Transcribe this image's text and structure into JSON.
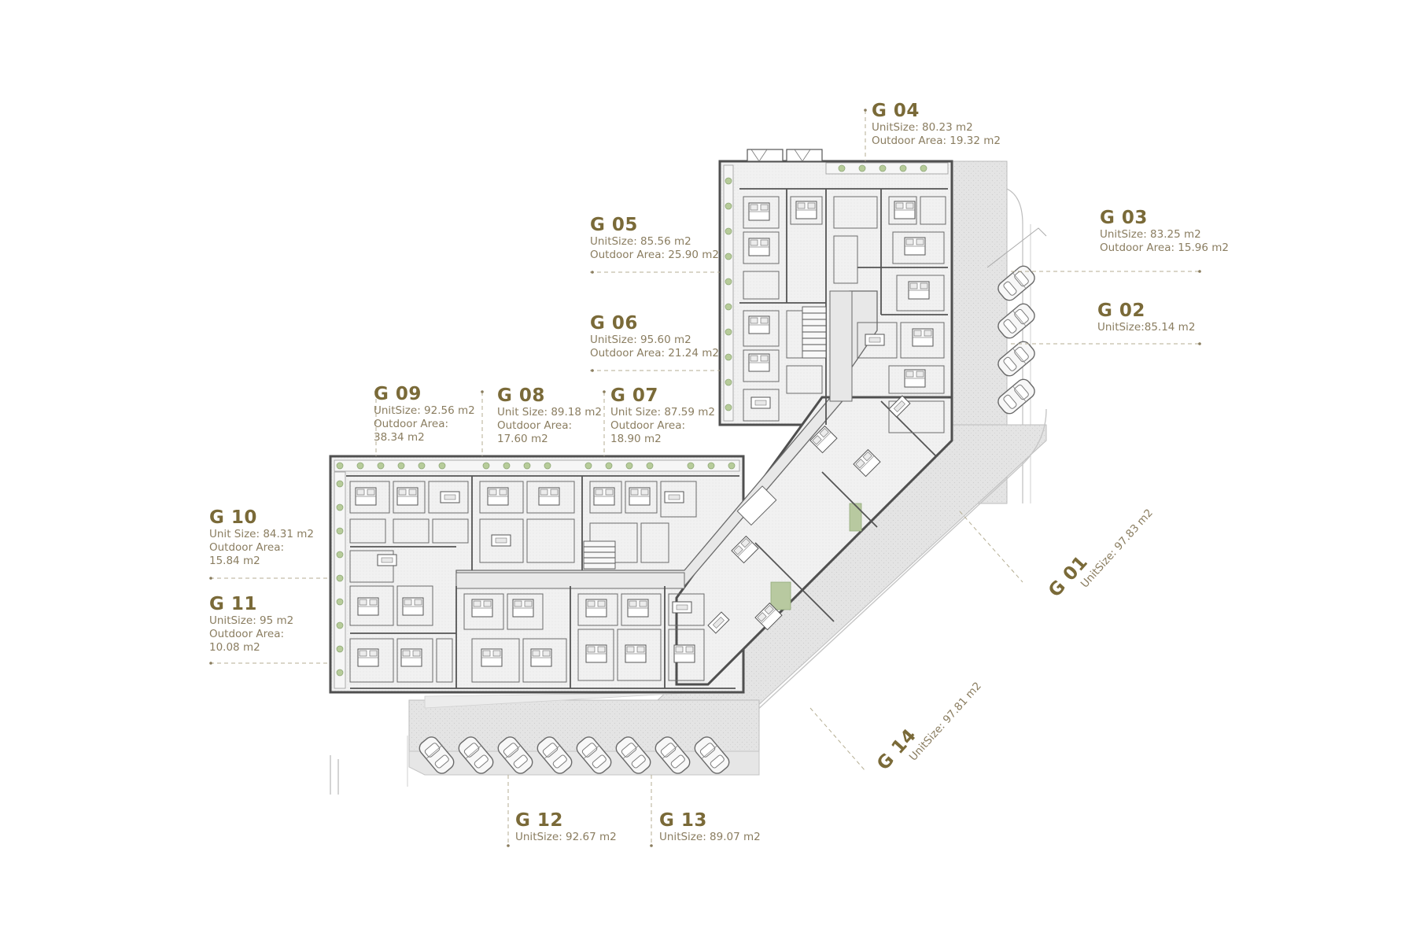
{
  "colors": {
    "label_title": "#7a6a38",
    "label_text": "#8a7d60",
    "wall": "#5a5a5a",
    "paving": "#dcdcdc",
    "planting": "#b8c9a0",
    "leader": "#b0a88a"
  },
  "units": [
    {
      "code": "G 01",
      "lines": [
        "UnitSize: 97.83 m2"
      ]
    },
    {
      "code": "G 02",
      "lines": [
        "UnitSize:85.14 m2"
      ]
    },
    {
      "code": "G 03",
      "lines": [
        "UnitSize: 83.25 m2",
        "Outdoor Area: 15.96 m2"
      ]
    },
    {
      "code": "G 04",
      "lines": [
        "UnitSize: 80.23 m2",
        "Outdoor Area: 19.32 m2"
      ]
    },
    {
      "code": "G 05",
      "lines": [
        "UnitSize: 85.56 m2",
        "Outdoor Area: 25.90 m2"
      ]
    },
    {
      "code": "G 06",
      "lines": [
        "UnitSize: 95.60 m2",
        "Outdoor Area: 21.24 m2"
      ]
    },
    {
      "code": "G 07",
      "lines": [
        "Unit Size: 87.59 m2",
        "Outdoor Area:",
        "18.90 m2"
      ]
    },
    {
      "code": "G 08",
      "lines": [
        "Unit Size: 89.18 m2",
        "Outdoor Area:",
        "17.60 m2"
      ]
    },
    {
      "code": "G 09",
      "lines": [
        "UnitSize: 92.56 m2",
        "Outdoor Area:",
        "38.34 m2"
      ]
    },
    {
      "code": "G 10",
      "lines": [
        "Unit Size: 84.31 m2",
        "Outdoor Area:",
        "15.84 m2"
      ]
    },
    {
      "code": "G 11",
      "lines": [
        "UnitSize: 95 m2",
        "Outdoor Area:",
        "10.08 m2"
      ]
    },
    {
      "code": "G 12",
      "lines": [
        "UnitSize: 92.67 m2"
      ]
    },
    {
      "code": "G 13",
      "lines": [
        "UnitSize: 89.07 m2"
      ]
    },
    {
      "code": "G 14",
      "lines": [
        "UnitSize: 97.81 m2"
      ]
    }
  ]
}
